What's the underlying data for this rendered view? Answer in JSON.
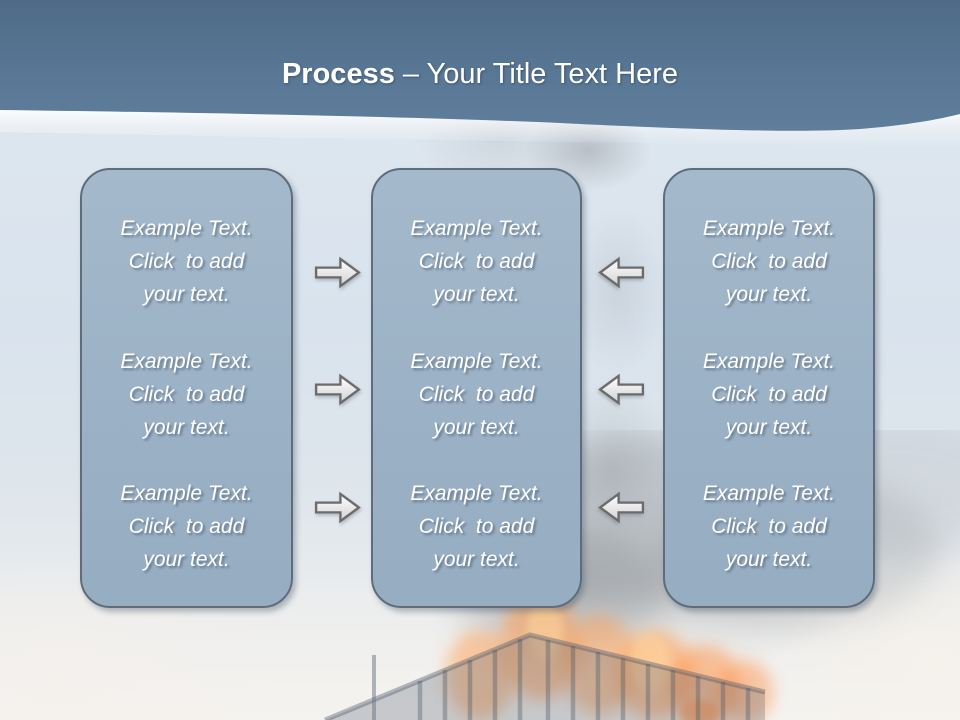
{
  "title": {
    "bold": "Process",
    "rest": " – Your Title Text Here"
  },
  "columns": [
    {
      "name": "left",
      "blocks": [
        {
          "lines": [
            "Example Text.",
            "Click  to add",
            "your text."
          ]
        },
        {
          "lines": [
            "Example Text.",
            "Click  to add",
            "your text."
          ]
        },
        {
          "lines": [
            "Example Text.",
            "Click  to add",
            "your text."
          ]
        }
      ]
    },
    {
      "name": "middle",
      "blocks": [
        {
          "lines": [
            "Example Text.",
            "Click  to add",
            "your text."
          ]
        },
        {
          "lines": [
            "Example Text.",
            "Click  to add",
            "your text."
          ]
        },
        {
          "lines": [
            "Example Text.",
            "Click  to add",
            "your text."
          ]
        }
      ]
    },
    {
      "name": "right",
      "blocks": [
        {
          "lines": [
            "Example Text.",
            "Click  to add",
            "your text."
          ]
        },
        {
          "lines": [
            "Example Text.",
            "Click  to add",
            "your text."
          ]
        },
        {
          "lines": [
            "Example Text.",
            "Click  to add",
            "your text."
          ]
        }
      ]
    }
  ],
  "arrows": [
    {
      "icon": "arrow-right-icon",
      "direction": "right"
    },
    {
      "icon": "arrow-right-icon",
      "direction": "right"
    },
    {
      "icon": "arrow-right-icon",
      "direction": "right"
    },
    {
      "icon": "arrow-left-icon",
      "direction": "left"
    },
    {
      "icon": "arrow-left-icon",
      "direction": "left"
    },
    {
      "icon": "arrow-left-icon",
      "direction": "left"
    }
  ],
  "colors": {
    "header_blue_top": "#4f6a86",
    "header_blue_bottom": "#5f7e9c",
    "box_fill": "#9cb2c6",
    "box_border": "#5d6d7c",
    "text_white": "#ffffff",
    "arrow_fill": "#f4f4f4",
    "arrow_stroke": "#6b6b6b",
    "flame_orange": "#f5a25c",
    "smoke_gray": "#8e9398"
  }
}
